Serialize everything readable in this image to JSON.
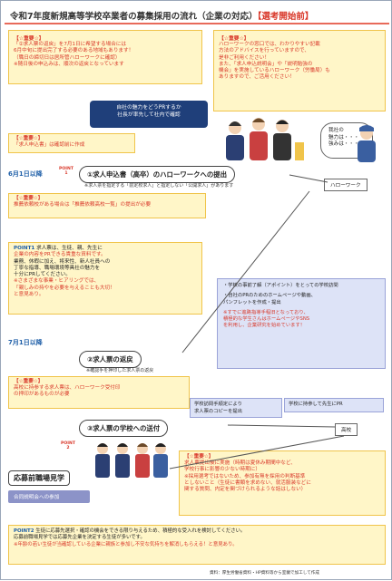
{
  "title": {
    "main": "令和7年度新規高等学校卒業者の募集採用の流れ（企業の対応）",
    "tag": "【選考開始前】"
  },
  "notice1": {
    "label": "【☆重要☆】",
    "lines": [
      "「②求人票の返戻」を7月1日に希望する場合には",
      "6月中旬に提出完了する必要のある地域もあります！",
      "（職日の締切日は居所管ハローワークに確認）",
      "※随日後の申込みは、順次の返戻となっています"
    ]
  },
  "notice2": {
    "label": "【☆重要☆】",
    "lines": [
      "ハローワークの窓口では、わかりやすい記載",
      "方法のアドバイスを行っていますので、",
      "是非ご利用ください！",
      "また、「求人申込説明会」や「説明勉強の",
      "機会」を実施しているハローワーク（労働局）も",
      "ありますので、ご活用ください！"
    ]
  },
  "speech_top": {
    "line1": "自社の魅力をどうPRするか",
    "line2": "社長が率先して社内で確認"
  },
  "speech_person": {
    "line1": "我社の",
    "line2": "魅力は・・・",
    "line3": "強みは・・・"
  },
  "notice3": {
    "label": "【☆重要☆】",
    "text": "「求人申込書」は確認前に作成"
  },
  "june1": {
    "date": "6月1日以降",
    "point": "POINT\n1"
  },
  "step1": {
    "label": "①求人申込書（高卒）のハローワークへの提出",
    "note": "※求人票を指定する「前定校求人」と指定しない「公開求人」があります"
  },
  "hellowork": "ハローワーク",
  "notice4": {
    "label": "【☆重要☆】",
    "text": "推薦依頼校がある場合は「推薦依頼高校一覧」の提出が必要"
  },
  "point1": {
    "label": "POINT1",
    "lines": [
      "求人票は、生徒、親、先生に",
      "企業の内容をPRできる貴重な資料です。",
      "業務、休暇に加え、将来性、新人社員への",
      "丁寧な指導、職場環境等具社の魅力を",
      "十分にPRしてください。",
      "※さまざまな事業・ヒアリングでは、",
      "「親しみの持やを必要を与えることも大切！",
      "と意見あり。"
    ]
  },
  "lav": {
    "line1": "・学校の事前了解（アポイント）をとっての学校訪問",
    "line2": "・自社のPRのためのホームページや動画、",
    "line3": "パンフレットを作成・提出",
    "red1": "※すでに進路指導手程旧となっており、",
    "red2": "積極的な学生さんはホームページやSNS",
    "red3": "を利用し、企業研究を始めています！"
  },
  "july1": {
    "date": "7月1日以降"
  },
  "step2": {
    "label": "②求人票の返戻",
    "note": "※確認手を押印した求人票の返戻"
  },
  "notice5": {
    "label": "【☆重要☆】",
    "lines": [
      "高校に持参する求人票は、ハローワーク受付印",
      "の押印があるものが必要"
    ]
  },
  "school1": "学校訪問手順定により\n求人票のコピーを提出",
  "school2": "学校に持参して先生にPR",
  "step3": {
    "label": "③求人票の学校への送付"
  },
  "koko": "高校",
  "point2": {
    "label": "POINT\n2"
  },
  "kengaku": {
    "label": "応募前職場見学",
    "sub": "合同説明会への参加"
  },
  "notice6": {
    "label": "【☆重要☆】",
    "lines": [
      "求人票提出後に実施（時期は夏休み期間中など、",
      "学校行事に影響の少ない時期に）",
      "※採用選考ではないため、参加有無を採用の判断基準",
      "としないこと（生徒に書類を求めない、就活服装などに",
      "関する質問、内定を関づけられるような話はしない）"
    ]
  },
  "point2box": {
    "label": "POINT2",
    "lines": [
      "生徒に応募先選択・確認の機会をできる限り与えるため、積極的な受入れを検討してください。",
      "応募前職場見学では応募先企業を決定する生徒が多いです。",
      "※年齢の若い生徒が当確認している企業に親族と参加し不安な気持ちを解消しもらえる！と意見あり。"
    ]
  },
  "source": "資料：厚生労働省資料・HP資料等から室蘭で加工して作成"
}
